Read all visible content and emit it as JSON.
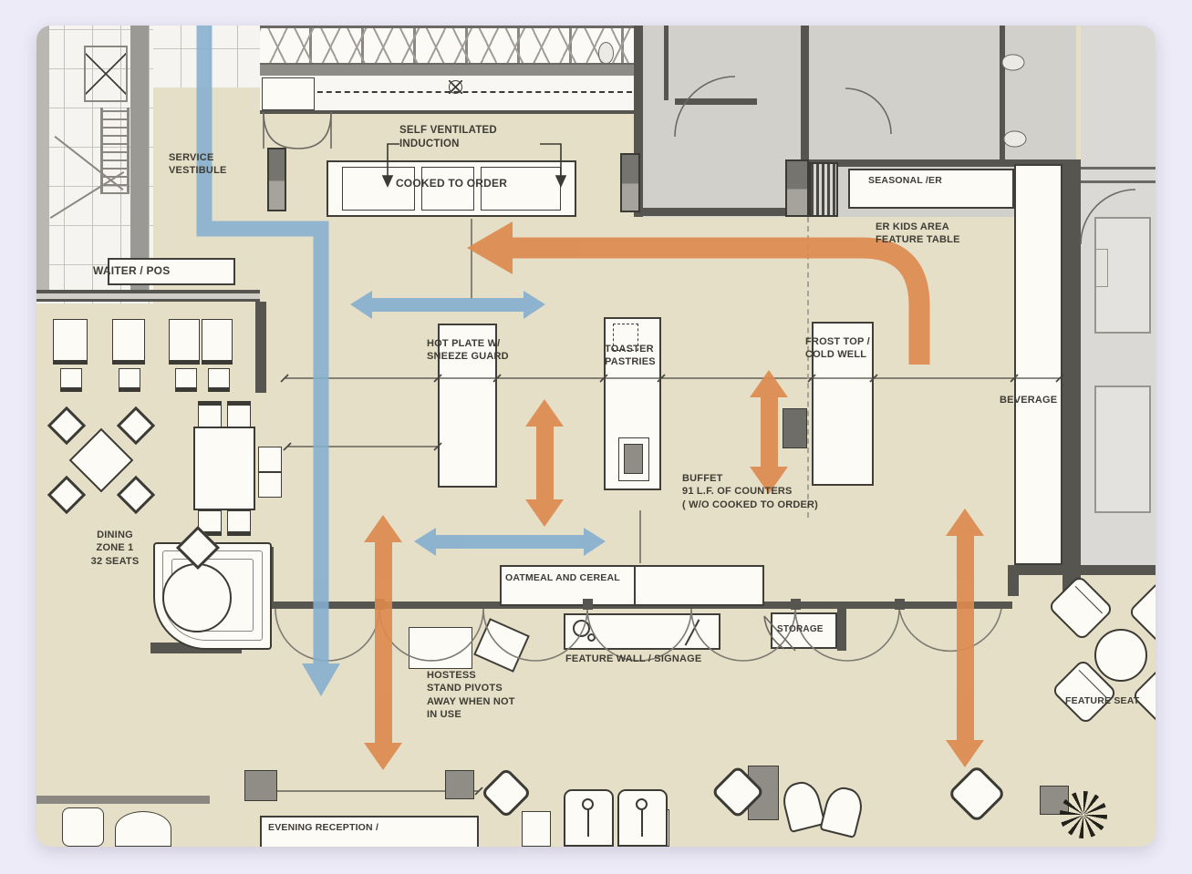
{
  "colors": {
    "page_bg": "#edebf7",
    "beige": "#e6dfc8",
    "rooms": "#d2d0cb",
    "rooms_light": "#dad9d5",
    "wall": "#57554f",
    "wall_dark": "#3c3a34",
    "sketch": "#f5f4f0",
    "counter": "#fcfbf6",
    "counter_border": "#403e36",
    "blue": "#85afcf",
    "orange": "#dd8a4e",
    "text": "#3e3c34",
    "grey_fill": "#8f8d86",
    "line": "#6b6965"
  },
  "labels": {
    "service_vestibule": "SERVICE\nVESTIBULE",
    "self_ventilated": "SELF VENTILATED\nINDUCTION",
    "cooked_to_order": "COOKED TO ORDER",
    "seasonal": "SEASONAL /ER",
    "kids_area": "ER KIDS AREA\nFEATURE TABLE",
    "waiter_pos": "WAITER / POS",
    "hot_plate": "HOT PLATE W/\nSNEEZE GUARD",
    "toaster": "TOASTER\nPASTRIES",
    "frost_top": "FROST TOP /\nCOLD WELL",
    "beverage": "BEVERAGE",
    "buffet": "BUFFET\n91 L.F. OF COUNTERS\n( W/O COOKED TO ORDER)",
    "dining_zone": "DINING\nZONE 1\n32 SEATS",
    "oatmeal": "OATMEAL AND CEREAL",
    "feature_wall": "FEATURE WALL / SIGNAGE",
    "storage": "STORAGE",
    "hostess": "HOSTESS\nSTAND PIVOTS\nAWAY WHEN NOT\nIN USE",
    "feature_seating": "FEATURE SEAT",
    "evening_reception": "EVENING RECEPTION /"
  }
}
